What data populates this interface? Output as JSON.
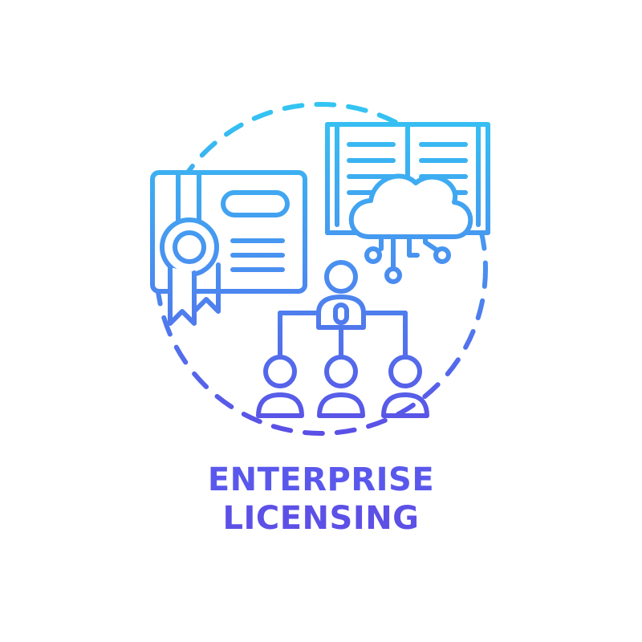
{
  "title_line1": "ENTERPRISE",
  "title_line2": "LICENSING",
  "colors": {
    "gradient_top": "#33c5f2",
    "gradient_mid": "#4a8ff0",
    "gradient_bottom": "#5b4fe6",
    "title_text": "#5a58ec",
    "background": "#ffffff"
  },
  "icons": [
    "dashed-circle-frame",
    "certificate-icon",
    "award-ribbon-icon",
    "open-book-icon",
    "cloud-network-icon",
    "org-chart-icon"
  ]
}
